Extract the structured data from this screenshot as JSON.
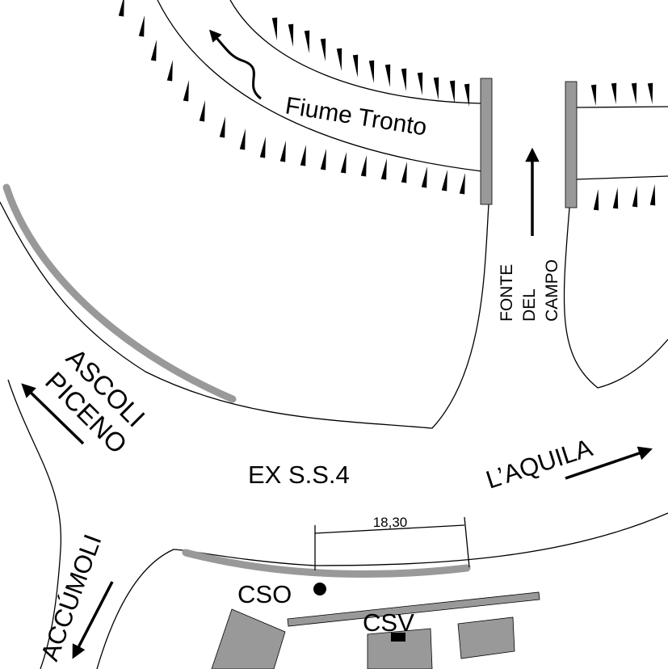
{
  "labels": {
    "river": "Fiume Tronto",
    "fonte": [
      "FONTE",
      "DEL",
      "CAMPO"
    ],
    "ascoli": [
      "ASCOLI",
      "PICENO"
    ],
    "road": "EX S.S.4",
    "aquila": "L’AQUILA",
    "accumoli": "ACCÚMOLI",
    "dimension": "18,30",
    "cso": "CSO",
    "csv": "CSV"
  },
  "colors": {
    "structure_fill": "#999999",
    "line": "#000000",
    "background": "#ffffff"
  },
  "icons": [
    "river-flow-arrow-icon",
    "north-arrow-icon",
    "west-arrow-icon",
    "east-arrow-icon",
    "south-arrow-icon"
  ]
}
